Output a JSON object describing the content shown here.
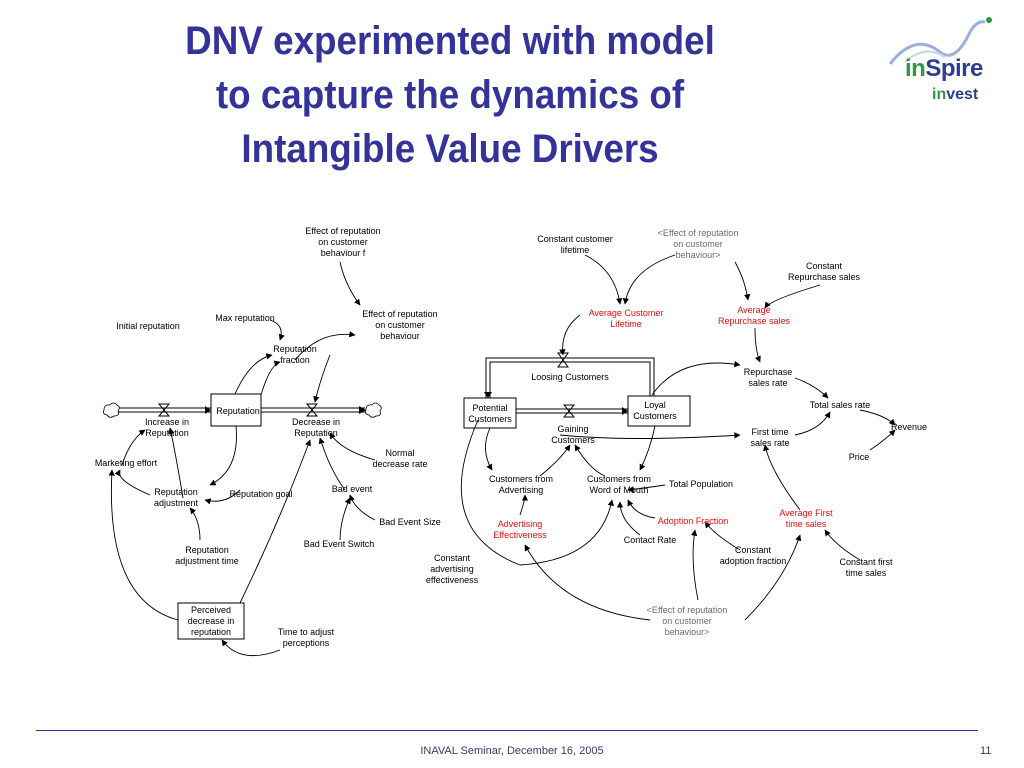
{
  "slide": {
    "title_lines": [
      "DNV experimented with model",
      "to capture the dynamics of",
      "Intangible Value Drivers"
    ],
    "logo": {
      "word1_in": "in",
      "word1_rest": "Spire",
      "word2_in": "in",
      "word2_rest": "vest"
    },
    "footer": "INAVAL Seminar, December 16, 2005",
    "page_number": "11"
  },
  "diagram": {
    "stocks": {
      "reputation": "Reputation",
      "perceived_decrease": "Perceived\ndecrease in\nreputation",
      "potential_customers": "Potential\nCustomers",
      "loyal_customers": "Loyal\nCustomers"
    },
    "variables": {
      "effect_rep_f": "Effect of reputation\non customer\nbehaviour f",
      "effect_rep": "Effect of reputation\non customer\nbehaviour",
      "initial_rep": "Initial reputation",
      "max_rep": "Max reputation",
      "rep_fraction": "Reputation\nfraction",
      "increase_rep": "Increase in\nReputation",
      "decrease_rep": "Decrease in\nReputation",
      "normal_decrease": "Normal\ndecrease rate",
      "marketing_effort": "Marketing effort",
      "rep_adjustment": "Reputation\nadjustment",
      "rep_goal": "Reputation goal",
      "bad_event": "Bad event",
      "bad_event_size": "Bad Event Size",
      "bad_event_switch": "Bad Event Switch",
      "rep_adj_time": "Reputation\nadjustment time",
      "time_adjust": "Time to adjust\nperceptions",
      "const_cust_lifetime": "Constant customer\nlifetime",
      "effect_rep_shadow1": "<Effect of reputation\non customer\nbehaviour>",
      "const_repurchase": "Constant\nRepurchase sales",
      "avg_cust_lifetime": "Average Customer\nLifetime",
      "avg_repurchase": "Average\nRepurchase sales",
      "loosing_customers": "Loosing Customers",
      "repurchase_rate": "Repurchase\nsales rate",
      "total_sales_rate": "Total sales rate",
      "gaining_customers": "Gaining\nCustomers",
      "revenue": "Revenue",
      "first_time_rate": "First time\nsales rate",
      "price": "Price",
      "cust_from_adv": "Customers from\nAdvertising",
      "cust_from_wom": "Customers from\nWord of Mouth",
      "total_population": "Total Population",
      "adv_effectiveness": "Advertising\nEffectiveness",
      "adoption_fraction": "Adoption Fraction",
      "avg_first_time": "Average First\ntime sales",
      "contact_rate": "Contact Rate",
      "const_adv_eff": "Constant\nadvertising\neffectiveness",
      "const_adoption": "Constant\nadoption fraction",
      "const_first_time": "Constant first\ntime sales",
      "effect_rep_shadow2": "<Effect of reputation\non customer\nbehaviour>"
    }
  }
}
